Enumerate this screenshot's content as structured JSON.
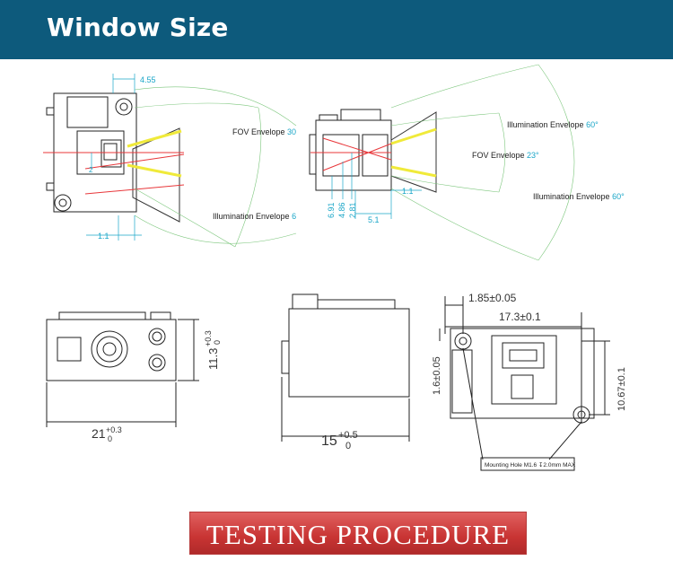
{
  "header": {
    "title": "Window Size",
    "bg_color": "#0d5a7c"
  },
  "diagram": {
    "top_left": {
      "dim_4_55": "4.55",
      "dim_2": "2",
      "dim_1_1": "1.1",
      "fov_label": "FOV Envelope",
      "fov_angle": "30",
      "illum_label": "Illumination Envelope",
      "illum_angle": "6"
    },
    "top_right": {
      "illum_top_label": "Illumination Envelope",
      "illum_top_angle": "60°",
      "fov_label": "FOV Envelope",
      "fov_angle": "23°",
      "illum_bottom_label": "Illumination Envelope",
      "illum_bottom_angle": "60°",
      "dim_6_91": "6.91",
      "dim_4_86": "4.86",
      "dim_2_81": "2.81",
      "dim_1_1": "1.1",
      "dim_5_1": "5.1"
    },
    "bottom_left": {
      "width_base": "21",
      "width_tol_plus": "+0.3",
      "width_tol_minus": "0",
      "height_base": "11.3",
      "height_tol_plus": "+0.3",
      "height_tol_minus": "0"
    },
    "bottom_middle": {
      "width_base": "15",
      "width_tol_plus": "+0.5",
      "width_tol_minus": "0"
    },
    "bottom_right": {
      "dim_1_85": "1.85±0.05",
      "dim_17_3": "17.3±0.1",
      "dim_1_6": "1.6±0.05",
      "dim_10_67": "10.67±0.1",
      "mounting_note": "Mounting Hole M1.6  ↧2.0mm MAX"
    },
    "accent_color": "#1aa6c8",
    "fov_ray_color": "#f0ea3a",
    "laser_color": "#e8373a"
  },
  "banner": {
    "text": "TESTING PROCEDURE",
    "color": "#c83433"
  }
}
